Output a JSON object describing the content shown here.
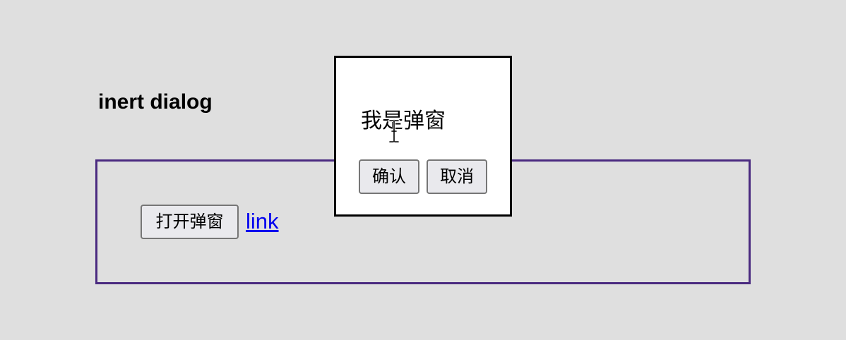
{
  "page": {
    "heading": "inert dialog"
  },
  "inert_region": {
    "open_dialog_button": "打开弹窗",
    "link_text": "link"
  },
  "dialog": {
    "message": "我是弹窗",
    "confirm_label": "确认",
    "cancel_label": "取消"
  },
  "cursor": {
    "icon": "text-cursor-icon"
  },
  "colors": {
    "background": "#dfdfdf",
    "inert_border": "#4a2a80",
    "link": "#0000ee",
    "dialog_background": "#ffffff",
    "dialog_border": "#000000",
    "button_background": "#e9e9ed",
    "button_border": "#767676"
  }
}
